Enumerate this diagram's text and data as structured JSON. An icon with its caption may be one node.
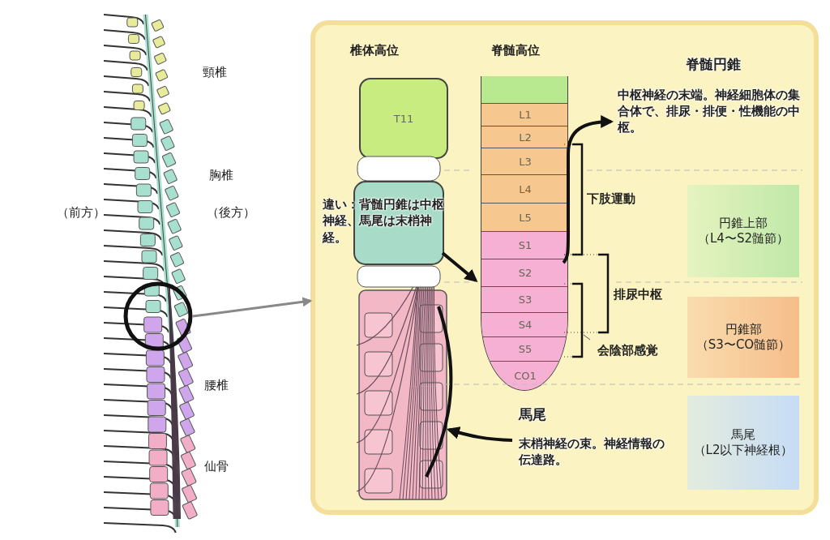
{
  "diagram": {
    "nodes": [
      {
        "text": [],
        "shape": "circle"
      },
      {
        "text": [],
        "shape": "box"
      },
      {
        "text": [
          "T11"
        ],
        "in": 1
      },
      {
        "text": [],
        "shape": "picture",
        "in": 1
      },
      {
        "text": [],
        "shape": "bar",
        "in": 1
      },
      {
        "text": [],
        "shape": "box",
        "in": 4
      },
      {
        "text": [
          "L1"
        ],
        "in": 4
      },
      {
        "text": [
          "L2"
        ],
        "in": 4
      },
      {
        "text": [
          "L3"
        ],
        "in": 4
      },
      {
        "text": [
          "L4"
        ],
        "in": 4
      },
      {
        "text": [
          "L5"
        ],
        "in": 4
      },
      {
        "text": [
          "S1"
        ],
        "in": 4
      },
      {
        "text": [
          "S2"
        ],
        "in": 4
      },
      {
        "text": [
          "S3"
        ],
        "in": 4
      },
      {
        "text": [
          "S4"
        ],
        "in": 4
      },
      {
        "text": [
          "S5"
        ],
        "in": 4
      },
      {
        "text": [
          "CO1"
        ],
        "in": 4
      },
      {
        "text": [
          "脊髄円錐",
          "中枢神経の末端。神経細胞体の集合体で、排尿・排便・性機能の中枢。"
        ],
        "in": 1
      },
      {
        "text": [
          "違い：背髄円錐は中枢神経、馬尾は末梢神経。"
        ],
        "in": 1
      },
      {
        "text": [
          "円錐上部",
          "（L4〜S2髄節）"
        ],
        "in": 1
      },
      {
        "text": [
          "円錐部",
          "（S3〜CO髄節）"
        ],
        "in": 1
      },
      {
        "text": [
          "馬尾",
          "末梢神経の束。神経情報の伝達路。"
        ],
        "in": 1
      },
      {
        "text": [
          "馬尾",
          "（L2以下神経根）"
        ],
        "in": 1
      }
    ],
    "edges": [
      {
        "from": 0,
        "to": 1,
        "arrow": "to",
        "color": "#888888"
      },
      {
        "from": 18,
        "to": 4,
        "arrow": "to"
      },
      {
        "from": 12,
        "to": 17,
        "arrow": "to"
      },
      {
        "from": 21,
        "to": 3,
        "arrow": "to"
      }
    ],
    "labels": [
      "頸椎",
      "胸椎",
      "（前方）",
      "（後方）",
      "腰椎",
      "仙骨",
      "椎体高位",
      "脊髄高位",
      "下肢運動",
      "排尿中枢",
      "会陰部感覚"
    ]
  }
}
